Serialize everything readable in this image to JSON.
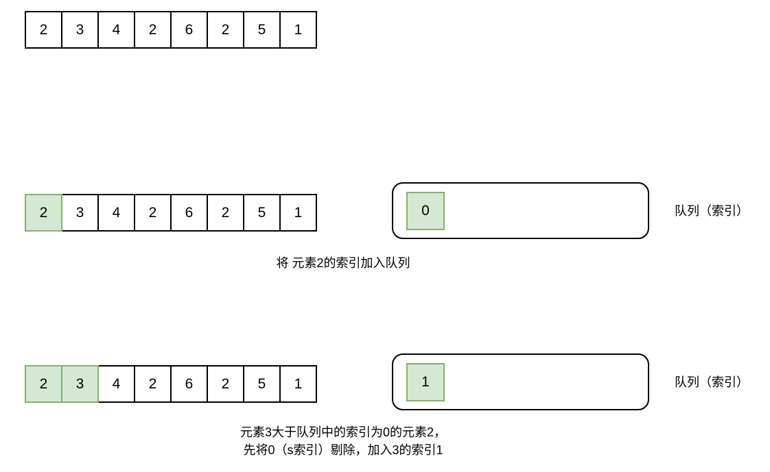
{
  "diagram": {
    "title": "Monotonic queue sliding window illustration",
    "colors": {
      "highlight_fill": "#d5e8d4",
      "highlight_border": "#82b366",
      "stroke": "#000000",
      "background": "#ffffff"
    },
    "rows": [
      {
        "id": "row-initial",
        "array": {
          "values": [
            "2",
            "3",
            "4",
            "2",
            "6",
            "2",
            "5",
            "1"
          ],
          "highlighted": [
            false,
            false,
            false,
            false,
            false,
            false,
            false,
            false
          ]
        },
        "queue": null,
        "queue_label": null,
        "caption": null
      },
      {
        "id": "row-step-1",
        "array": {
          "values": [
            "2",
            "3",
            "4",
            "2",
            "6",
            "2",
            "5",
            "1"
          ],
          "highlighted": [
            true,
            false,
            false,
            false,
            false,
            false,
            false,
            false
          ]
        },
        "queue": {
          "items": [
            "0"
          ]
        },
        "queue_label": "队列（索引）",
        "caption": {
          "lines": [
            "将 元素2的索引加入队列"
          ]
        }
      },
      {
        "id": "row-step-2",
        "array": {
          "values": [
            "2",
            "3",
            "4",
            "2",
            "6",
            "2",
            "5",
            "1"
          ],
          "highlighted": [
            true,
            true,
            false,
            false,
            false,
            false,
            false,
            false
          ]
        },
        "queue": {
          "items": [
            "1"
          ]
        },
        "queue_label": "队列（索引）",
        "caption": {
          "lines": [
            "元素3大于队列中的索引为0的元素2，",
            "先将0（s索引）剔除，加入3的索引1"
          ]
        }
      }
    ]
  }
}
